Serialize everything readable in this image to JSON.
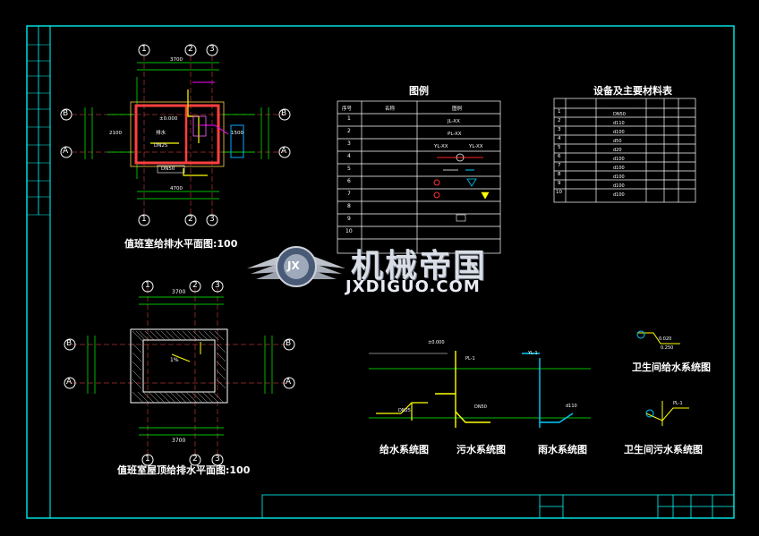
{
  "drawing": {
    "plan_ground_title": "值班室给排水平面图:100",
    "plan_roof_title": "值班室屋顶给排水平面图:100",
    "legend_title": "图例",
    "equipment_title": "设备及主要材料表",
    "water_supply_system": "给水系统图",
    "sewage_system": "污水系统图",
    "rain_system": "雨水系统图",
    "toilet_supply_system": "卫生间给水系统图",
    "toilet_sewage_system": "卫生间污水系统图",
    "watermark_cn": "机械帝国",
    "watermark_en": "JXDIGUO.COM",
    "watermark_badge": "JX"
  },
  "axes": {
    "top": [
      "1",
      "2",
      "3"
    ],
    "side": [
      "B",
      "A"
    ]
  },
  "legend_rows": [
    "1",
    "2",
    "3",
    "4",
    "5",
    "6",
    "7",
    "8",
    "9",
    "10"
  ],
  "equipment_rows": [
    "1",
    "2",
    "3",
    "4",
    "5",
    "6",
    "7",
    "8",
    "9",
    "10"
  ],
  "colors": {
    "frame": "#00ffff",
    "wall": "#ff3b3b",
    "pipe": "#ffff00",
    "dim": "#00ff00",
    "text": "#ffffff",
    "magenta": "#ff00ff",
    "background": "#000000"
  }
}
